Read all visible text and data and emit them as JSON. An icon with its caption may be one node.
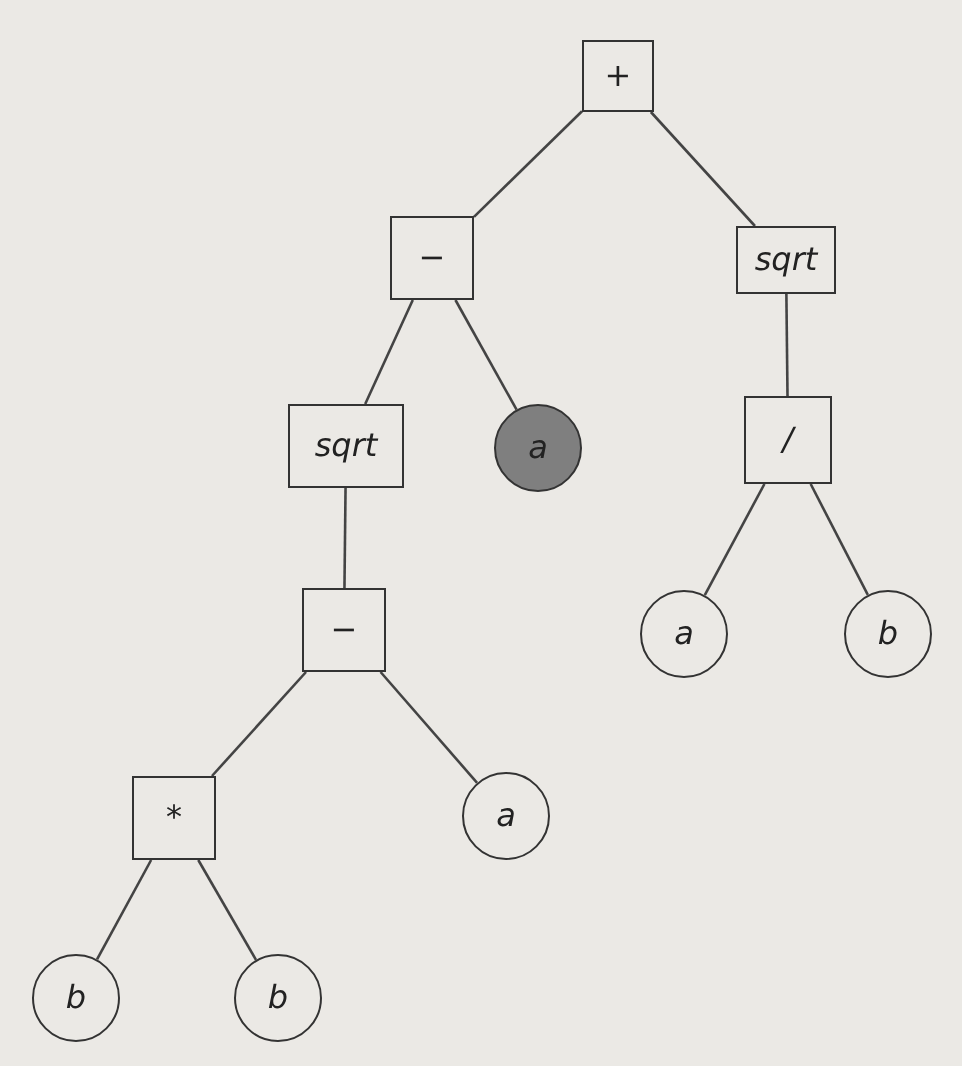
{
  "diagram": {
    "nodes": [
      {
        "text": [
          "+"
        ]
      },
      {
        "text": [
          "−"
        ]
      },
      {
        "text": [
          "sqrt"
        ]
      },
      {
        "text": [
          "sqrt"
        ]
      },
      {
        "text": [
          "a"
        ]
      },
      {
        "text": [
          "/"
        ]
      },
      {
        "text": [
          "−"
        ]
      },
      {
        "text": [
          "a"
        ]
      },
      {
        "text": [
          "b"
        ]
      },
      {
        "text": [
          "*"
        ]
      },
      {
        "text": [
          "a"
        ]
      },
      {
        "text": [
          "b"
        ]
      },
      {
        "text": [
          "b"
        ]
      }
    ],
    "edges": [
      {
        "from": 0,
        "to": 1,
        "arrow": "none"
      },
      {
        "from": 0,
        "to": 2,
        "arrow": "none"
      },
      {
        "from": 1,
        "to": 3,
        "arrow": "none"
      },
      {
        "from": 1,
        "to": 4,
        "arrow": "none"
      },
      {
        "from": 2,
        "to": 5,
        "arrow": "none"
      },
      {
        "from": 3,
        "to": 6,
        "arrow": "none"
      },
      {
        "from": 5,
        "to": 7,
        "arrow": "none"
      },
      {
        "from": 5,
        "to": 8,
        "arrow": "none"
      },
      {
        "from": 6,
        "to": 9,
        "arrow": "none"
      },
      {
        "from": 6,
        "to": 10,
        "arrow": "none"
      },
      {
        "from": 9,
        "to": 11,
        "arrow": "none"
      },
      {
        "from": 9,
        "to": 12,
        "arrow": "none"
      }
    ]
  }
}
